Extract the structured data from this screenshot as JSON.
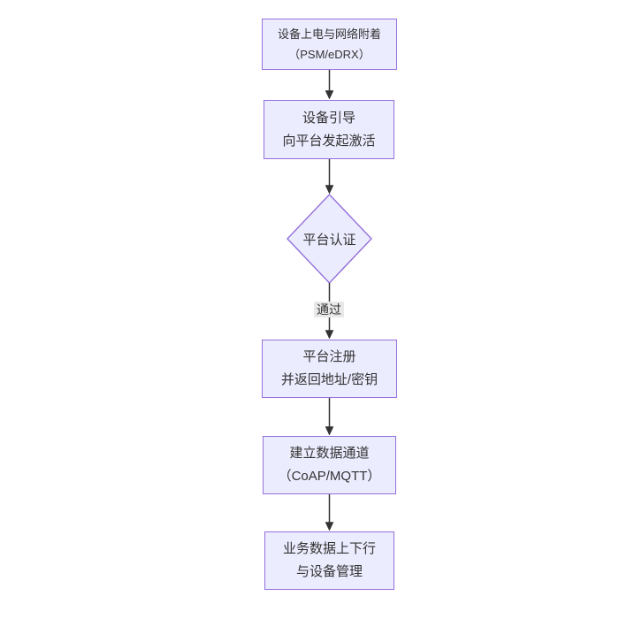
{
  "diagram": {
    "type": "flowchart",
    "direction": "top-down",
    "nodes": [
      {
        "id": "A",
        "shape": "rect",
        "line1": "设备上电与网络附着",
        "line2": "（PSM/eDRX）"
      },
      {
        "id": "B",
        "shape": "rect",
        "line1": "设备引导",
        "line2": "向平台发起激活"
      },
      {
        "id": "C",
        "shape": "diamond",
        "line1": "平台认证"
      },
      {
        "id": "D",
        "shape": "rect",
        "line1": "平台注册",
        "line2": "并返回地址/密钥"
      },
      {
        "id": "E",
        "shape": "rect",
        "line1": "建立数据通道",
        "line2": "（CoAP/MQTT）"
      },
      {
        "id": "F",
        "shape": "rect",
        "line1": "业务数据上下行",
        "line2": "与设备管理"
      }
    ],
    "edges": [
      {
        "from": "A",
        "to": "B",
        "label": ""
      },
      {
        "from": "B",
        "to": "C",
        "label": ""
      },
      {
        "from": "C",
        "to": "D",
        "label": "通过"
      },
      {
        "from": "D",
        "to": "E",
        "label": ""
      },
      {
        "from": "E",
        "to": "F",
        "label": ""
      }
    ],
    "colors": {
      "node_fill": "#ECECFF",
      "node_border": "#9370DB",
      "arrow": "#333333",
      "text": "#333333",
      "edge_label_bg": "#e8e8e8",
      "background": "#ffffff"
    }
  }
}
